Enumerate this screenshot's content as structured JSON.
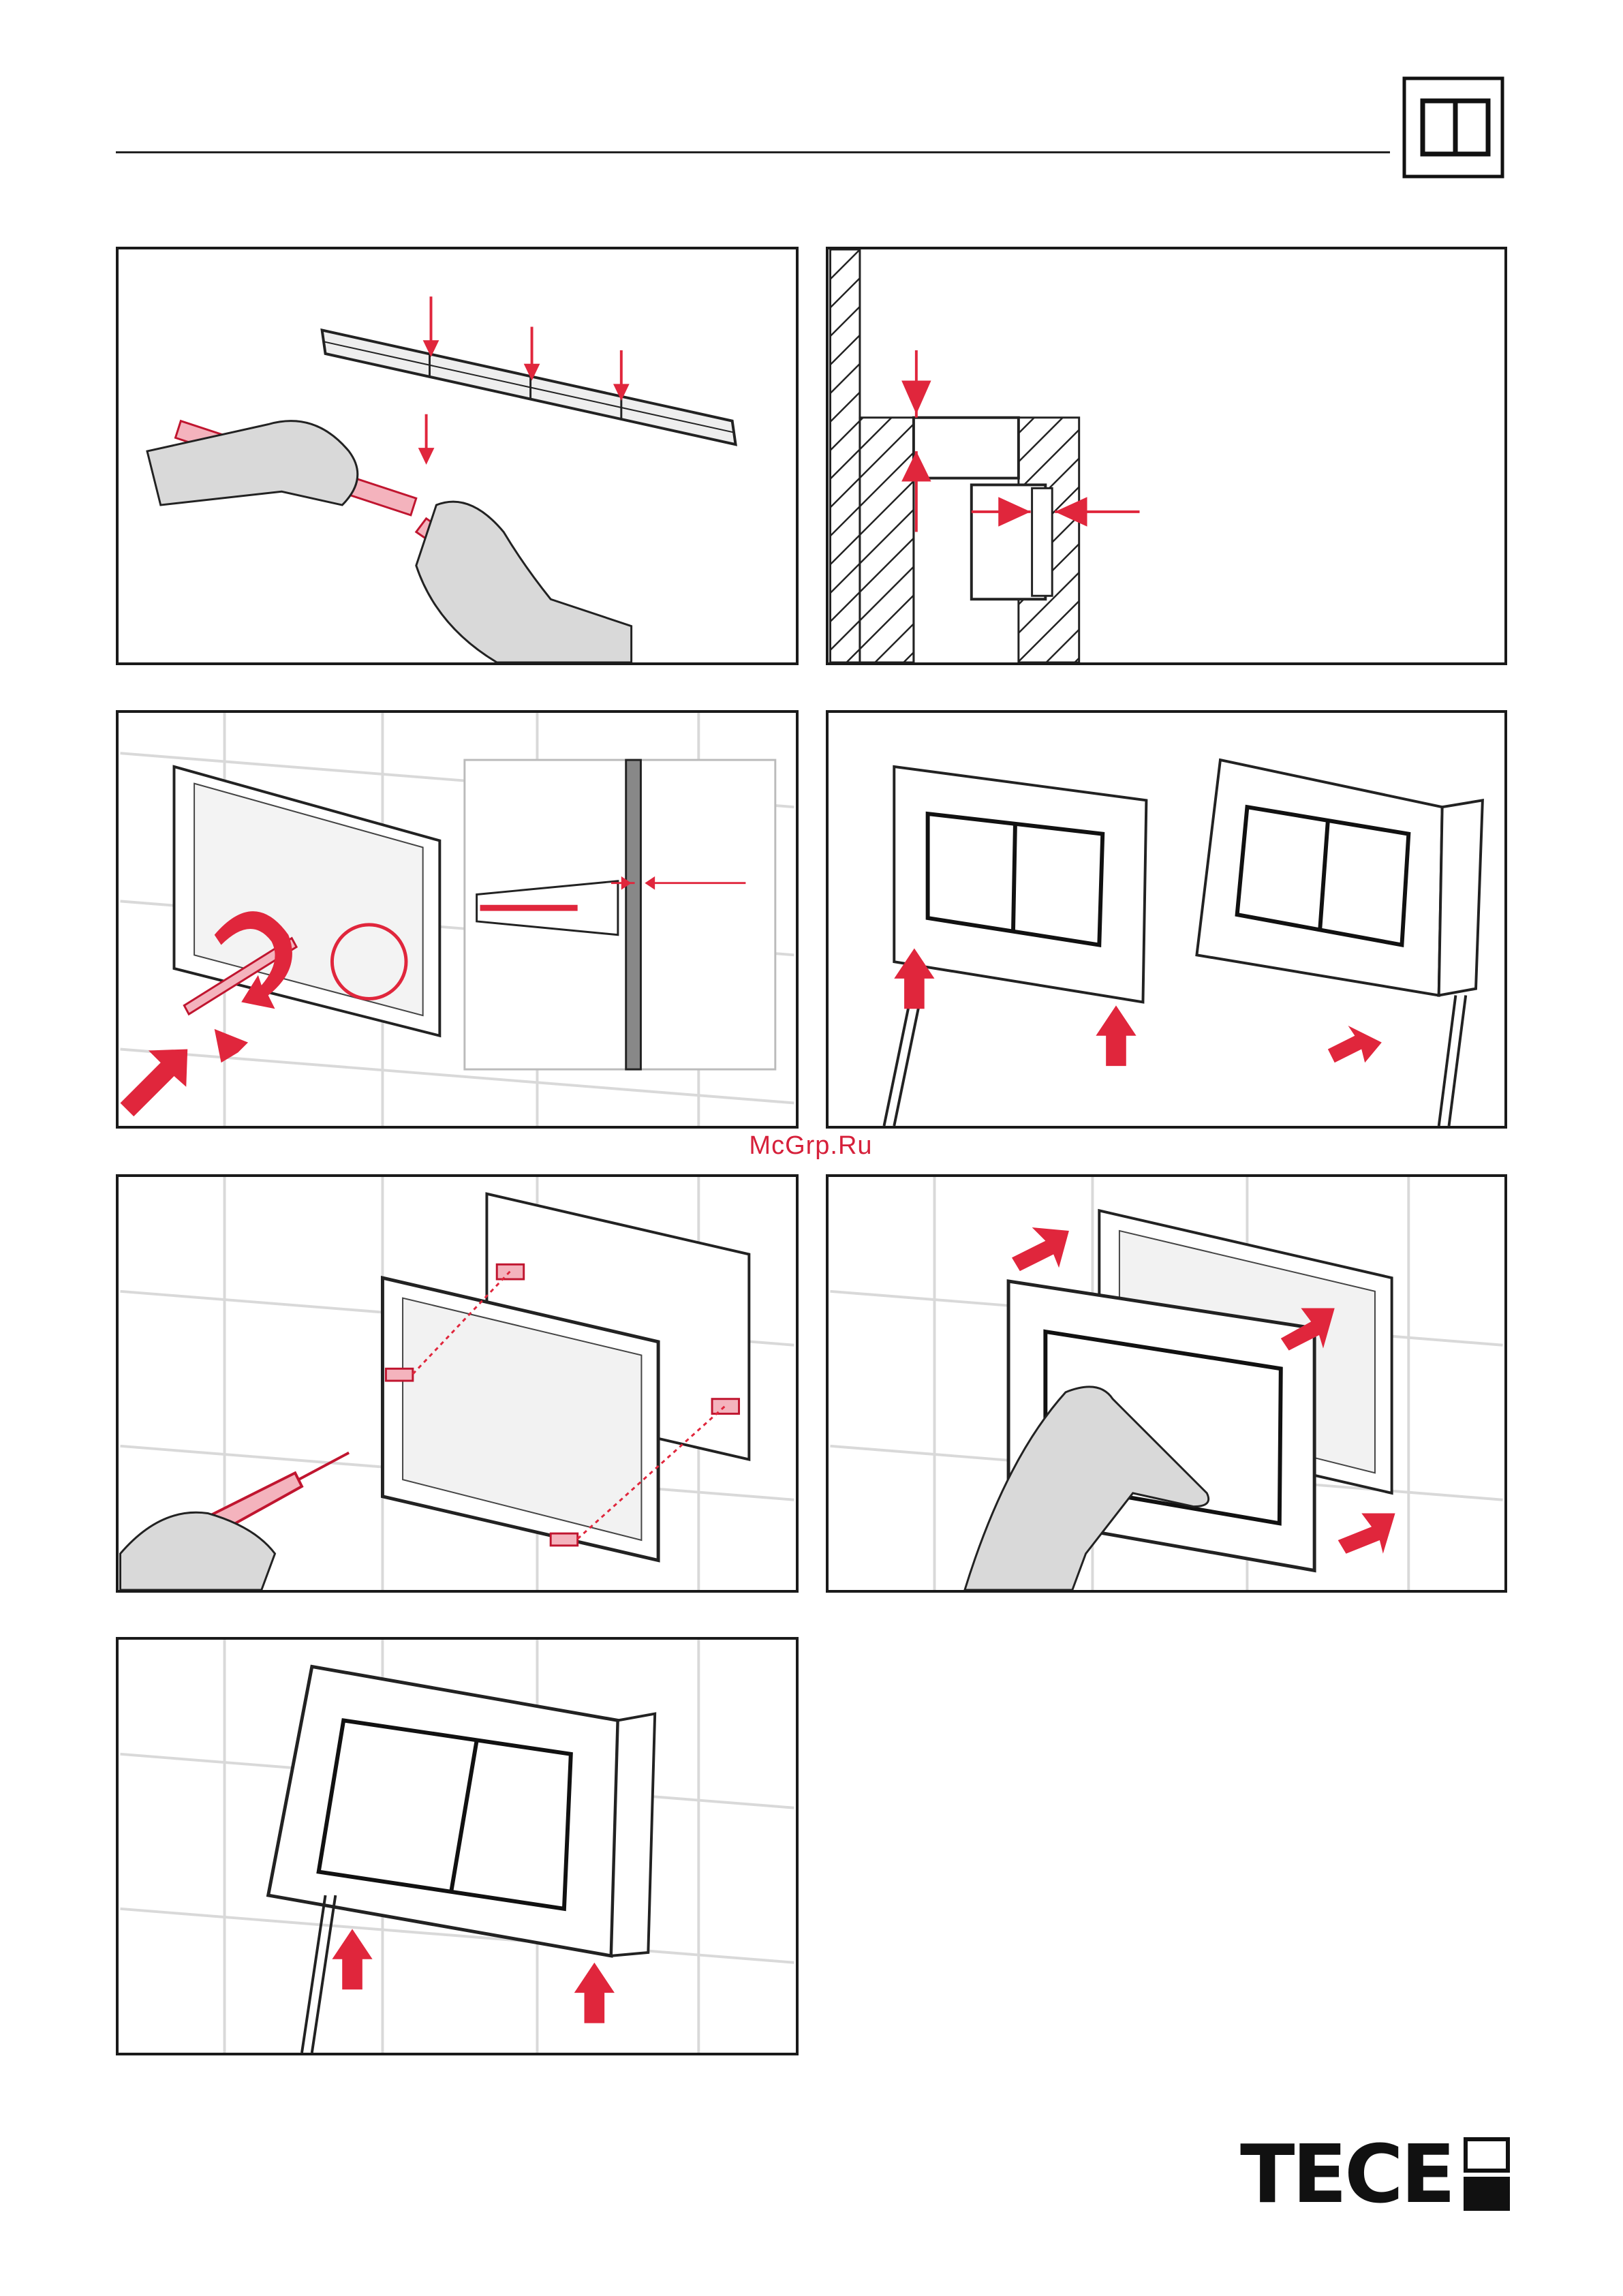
{
  "watermark": "McGrp.Ru",
  "brand": {
    "logo_text": "TECE",
    "accent": "#e0263c",
    "line": "#1a1a1a",
    "tile": "#d9d9d9"
  },
  "header": {
    "icon": "flush-plate-icon"
  },
  "steps": [
    {
      "name": "cut-frame-strips",
      "icons": [
        "frame-strip-icon",
        "hand-icon",
        "down-arrow-icon"
      ]
    },
    {
      "name": "measure-wall-depth",
      "icons": [
        "wall-section-icon",
        "dimension-arrow-icon"
      ]
    },
    {
      "name": "trim-bolts",
      "icons": [
        "rotate-arrow-icon",
        "bolt-icon",
        "detail-zoom-icon"
      ]
    },
    {
      "name": "remove-plate",
      "icons": [
        "screwdriver-icon",
        "up-arrow-icon",
        "plate-icon"
      ]
    },
    {
      "name": "screw-frame",
      "icons": [
        "screwdriver-icon",
        "screw-icon",
        "frame-icon"
      ]
    },
    {
      "name": "mount-plate",
      "icons": [
        "hand-icon",
        "arrow-icon",
        "plate-icon"
      ]
    },
    {
      "name": "release-plate",
      "icons": [
        "plate-icon",
        "up-arrow-icon"
      ]
    }
  ]
}
